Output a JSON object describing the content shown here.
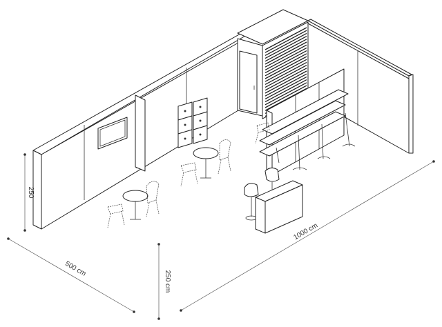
{
  "dimensions": {
    "width_label": "500 cm",
    "length_label": "1000 cm",
    "height_label": "250 cm",
    "wall_height_label": "250"
  }
}
